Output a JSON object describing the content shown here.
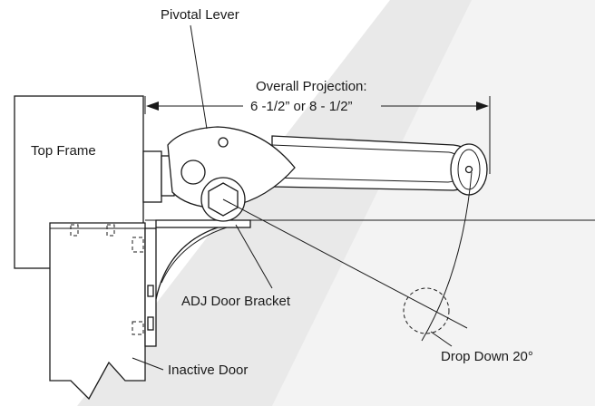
{
  "labels": {
    "pivotal_lever": "Pivotal Lever",
    "overall_projection_line1": "Overall Projection:",
    "overall_projection_line2": "6 -1/2” or 8 - 1/2”",
    "top_frame": "Top Frame",
    "adj_door_bracket": "ADJ Door Bracket",
    "inactive_door": "Inactive Door",
    "drop_down": "Drop Down 20°"
  },
  "colors": {
    "background": "#ffffff",
    "background_band": "#e9e9e9",
    "ink": "#1a1a1a"
  }
}
